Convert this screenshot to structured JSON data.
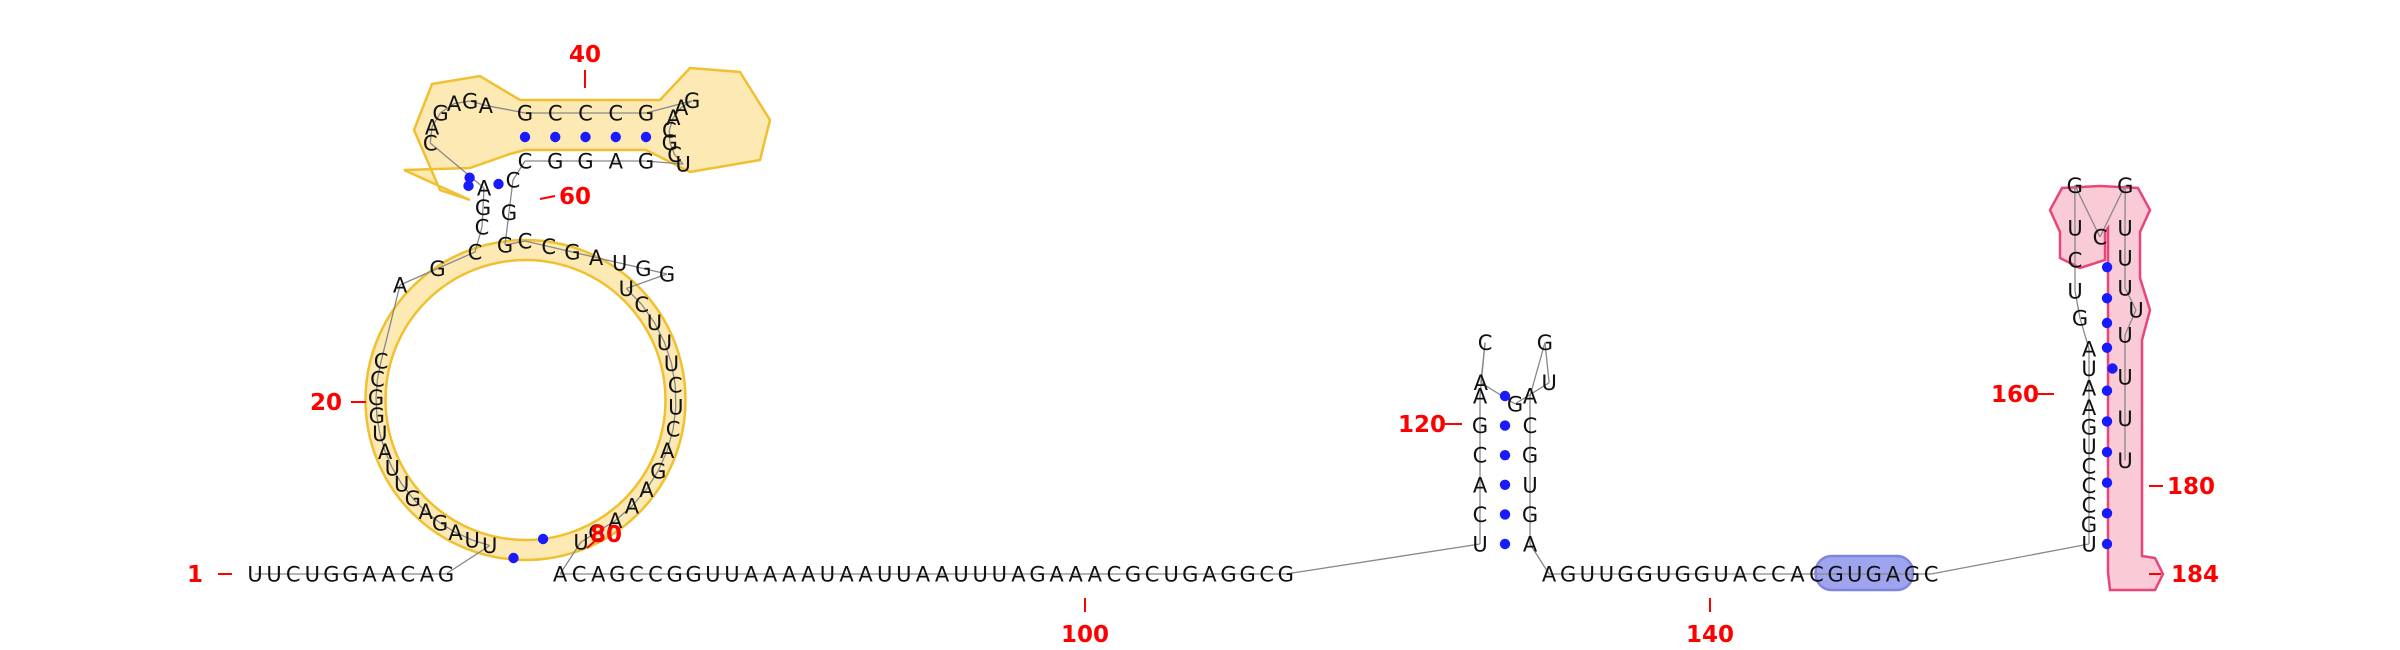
{
  "sequence": "UUCUGGAACAGUUAGAGUUAUGGCCAGCCGACAGAGAGCCCGGAACGCUGAGGCCGGCCGAUGGUCUUUCUCAGAAAGUACAGCCGGUUAAAAUAAUUAAUUUAGAAACGCUGAGGCGUCACGACAGUGACGUGAAGUUGGUGGUACCACGUGAGCUGCCCUGAAUAGUCUGCGUUUUUUUU",
  "position_labels": [
    {
      "index": 1,
      "text": "1"
    },
    {
      "index": 20,
      "text": "20"
    },
    {
      "index": 40,
      "text": "40"
    },
    {
      "index": 60,
      "text": "60"
    },
    {
      "index": 80,
      "text": "80"
    },
    {
      "index": 100,
      "text": "100"
    },
    {
      "index": 120,
      "text": "120"
    },
    {
      "index": 140,
      "text": "140"
    },
    {
      "index": 160,
      "text": "160"
    },
    {
      "index": 180,
      "text": "180"
    },
    {
      "index": 184,
      "text": "184"
    }
  ],
  "colors": {
    "pair_dot": "#1a1aff",
    "position_label": "#ff0000",
    "backbone": "#888888",
    "region_yellow_fill": "#fde9b4",
    "region_yellow_stroke": "#f0c030",
    "region_blue_fill": "#9ea4ee",
    "region_blue_stroke": "#7f86e2",
    "region_pink_fill": "#f8cbd6",
    "region_pink_stroke": "#e8457a"
  }
}
